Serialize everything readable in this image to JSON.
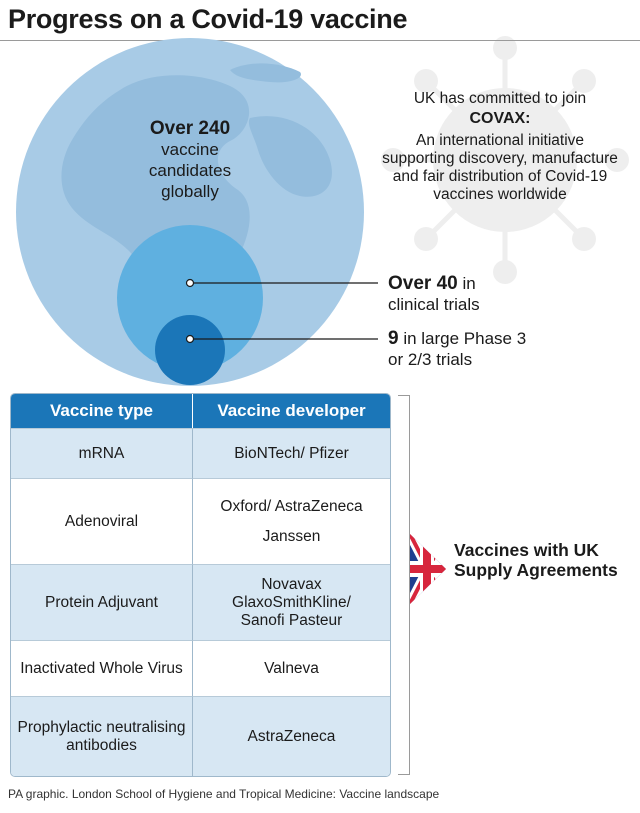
{
  "title": "Progress on a Covid-19 vaccine",
  "circles": {
    "outer": {
      "number": "Over 240",
      "text": "vaccine candidates globally"
    },
    "middle": {
      "number": "Over 40",
      "text": "in",
      "text2": "clinical trials"
    },
    "inner": {
      "number": "9",
      "text": "in large Phase 3",
      "text2": "or 2/3 trials"
    }
  },
  "covax": {
    "intro": "UK has committed to join",
    "name": "COVAX:",
    "description": "An international initiative supporting discovery, manufacture and fair distribution of Covid-19 vaccines worldwide"
  },
  "table": {
    "headers": [
      "Vaccine type",
      "Vaccine developer"
    ],
    "rows": [
      {
        "type": "mRNA",
        "developers": [
          "BioNTech/ Pfizer"
        ]
      },
      {
        "type": "Adenoviral",
        "developers": [
          "Oxford/ AstraZeneca",
          "Janssen"
        ]
      },
      {
        "type": "Protein Adjuvant",
        "developers": [
          "Novavax",
          "GlaxoSmithKline/",
          "Sanofi Pasteur"
        ]
      },
      {
        "type": "Inactivated Whole Virus",
        "developers": [
          "Valneva"
        ]
      },
      {
        "type": "Prophylactic neutralising antibodies",
        "developers": [
          "AstraZeneca"
        ]
      }
    ]
  },
  "supply_label": "Vaccines with UK Supply Agreements",
  "source": "PA graphic. London School of Hygiene and Tropical Medicine: Vaccine landscape",
  "colors": {
    "outer_circle": "#a8cbe6",
    "middle_circle": "#5fb0e0",
    "inner_circle": "#1b76b8",
    "header": "#1b76b8",
    "row_shade": "#d7e7f3"
  },
  "icons": [
    "virus-icon",
    "globe-map",
    "uk-flag-icon"
  ]
}
